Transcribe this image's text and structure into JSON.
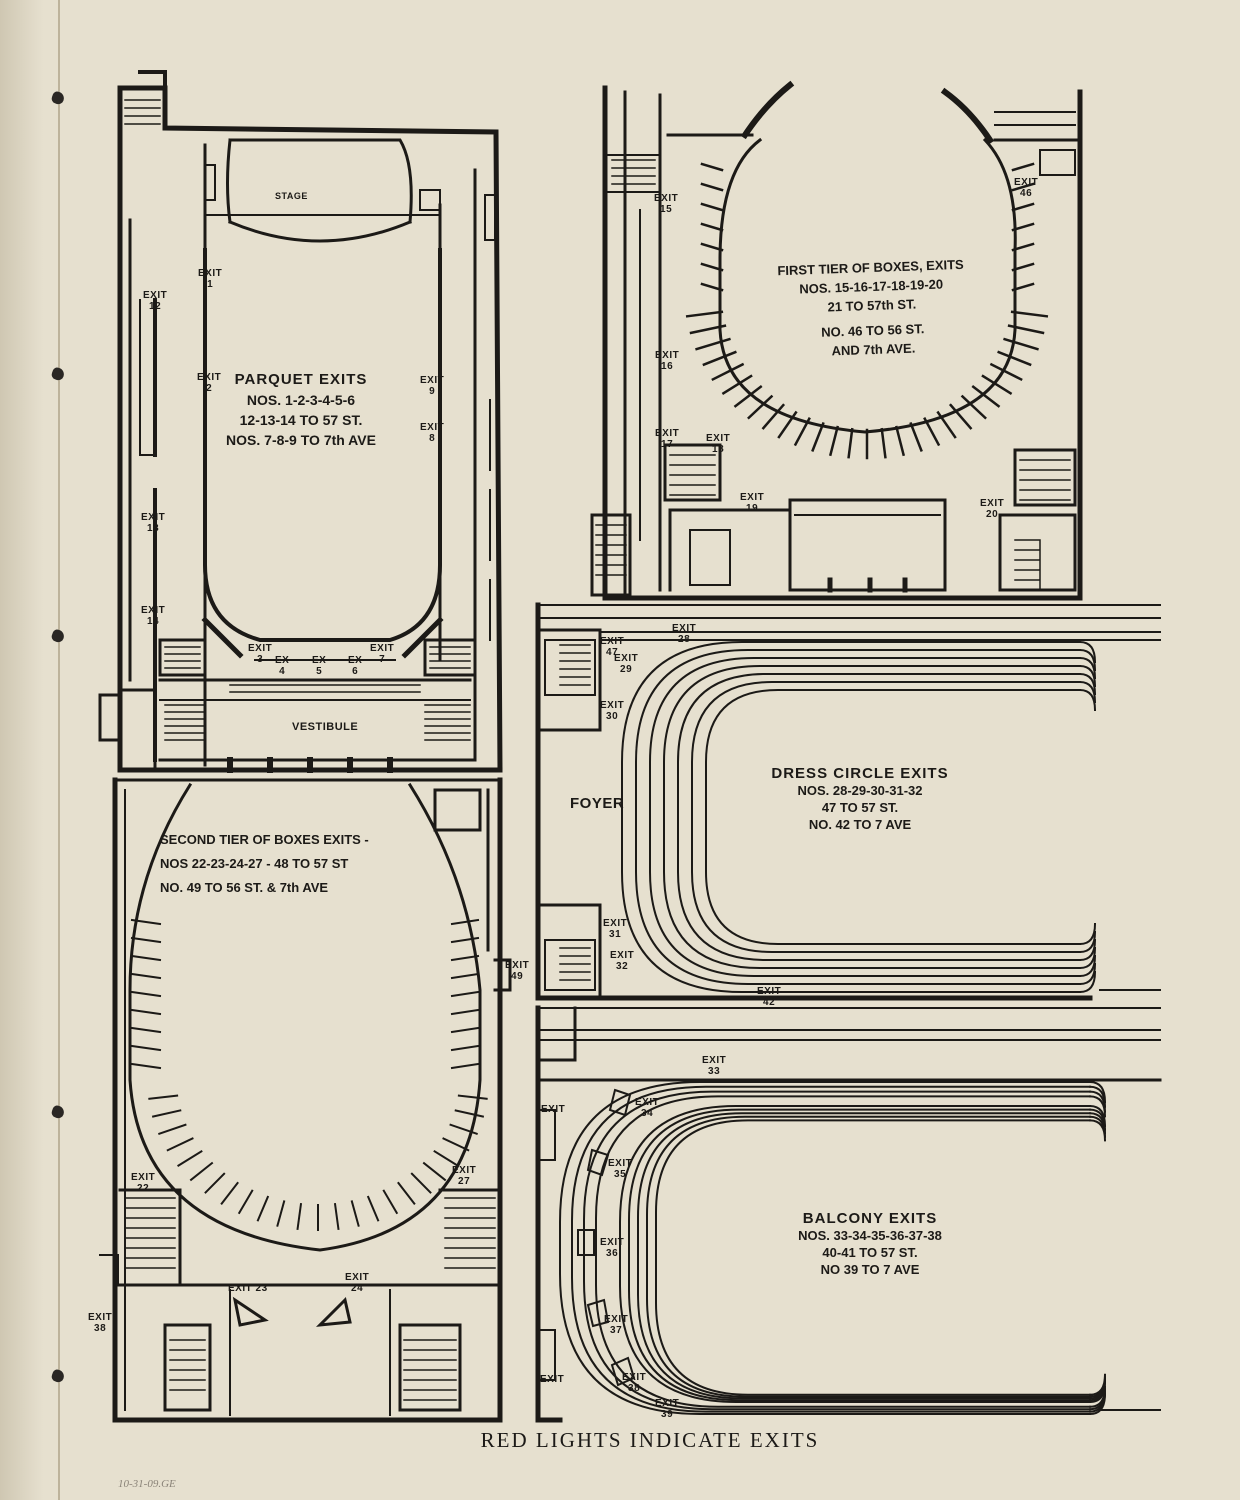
{
  "parquet": {
    "stage": "STAGE",
    "vestibule": "VESTIBULE",
    "title": "PARQUET EXITS",
    "line1": "NOS. 1-2-3-4-5-6",
    "line2": "12-13-14 TO 57 ST.",
    "line3": "NOS. 7-8-9 TO 7th AVE",
    "exits": [
      {
        "t": "EXIT",
        "n": "1"
      },
      {
        "t": "EXIT",
        "n": "2"
      },
      {
        "t": "EXIT",
        "n": "3"
      },
      {
        "t": "EX",
        "n": "4"
      },
      {
        "t": "EX",
        "n": "5"
      },
      {
        "t": "EX",
        "n": "6"
      },
      {
        "t": "EXIT",
        "n": "7"
      },
      {
        "t": "EXIT",
        "n": "8"
      },
      {
        "t": "EXIT",
        "n": "9"
      },
      {
        "t": "EXIT",
        "n": "12"
      },
      {
        "t": "EXIT",
        "n": "13"
      },
      {
        "t": "EXIT",
        "n": "14"
      }
    ]
  },
  "first_tier": {
    "title": "FIRST TIER OF BOXES, EXITS",
    "line1": "NOS. 15-16-17-18-19-20",
    "line2": "21 TO 57th ST.",
    "line3": "NO. 46 TO 56 ST.",
    "line4": "AND 7th AVE.",
    "exits": [
      {
        "t": "EXIT",
        "n": "15"
      },
      {
        "t": "EXIT",
        "n": "16"
      },
      {
        "t": "EXIT",
        "n": "17"
      },
      {
        "t": "EXIT",
        "n": "18"
      },
      {
        "t": "EXIT",
        "n": "19"
      },
      {
        "t": "EXIT",
        "n": "20"
      },
      {
        "t": "EXIT",
        "n": "46"
      }
    ]
  },
  "second_tier": {
    "title": "SECOND TIER OF BOXES EXITS -",
    "line1": "NOS 22-23-24-27 - 48 TO 57 ST",
    "line2": "NO. 49 TO 56 ST. & 7th AVE",
    "exits": [
      {
        "t": "EXIT",
        "n": "22"
      },
      {
        "t": "EXIT 23",
        "n": ""
      },
      {
        "t": "EXIT",
        "n": "24"
      },
      {
        "t": "EXIT",
        "n": "27"
      },
      {
        "t": "EXIT",
        "n": "38"
      },
      {
        "t": "EXIT",
        "n": "49"
      }
    ]
  },
  "dress_circle": {
    "foyer": "FOYER",
    "title": "DRESS CIRCLE EXITS",
    "line1": "NOS. 28-29-30-31-32",
    "line2": "47 TO 57 ST.",
    "line3": "NO. 42 TO 7 AVE",
    "exits": [
      {
        "t": "EXIT",
        "n": "47"
      },
      {
        "t": "EXIT",
        "n": "28"
      },
      {
        "t": "EXIT",
        "n": "29"
      },
      {
        "t": "EXIT",
        "n": "30"
      },
      {
        "t": "EXIT",
        "n": "31"
      },
      {
        "t": "EXIT",
        "n": "32"
      },
      {
        "t": "EXIT",
        "n": "42"
      }
    ]
  },
  "balcony": {
    "title": "BALCONY EXITS",
    "line1": "NOS. 33-34-35-36-37-38",
    "line2": "40-41 TO 57 ST.",
    "line3": "NO 39 TO 7 AVE",
    "exits": [
      {
        "t": "EXIT",
        "n": "33"
      },
      {
        "t": "EXIT",
        "n": "34"
      },
      {
        "t": "EXIT",
        "n": "35"
      },
      {
        "t": "EXIT",
        "n": "36"
      },
      {
        "t": "EXIT",
        "n": "37"
      },
      {
        "t": "EXIT",
        "n": "38"
      },
      {
        "t": "EXIT",
        "n": "39"
      },
      {
        "t": "EXIT",
        "n": ""
      },
      {
        "t": "EXIT",
        "n": ""
      }
    ]
  },
  "footer": "RED LIGHTS INDICATE EXITS",
  "date_note": "10-31-09.GE"
}
